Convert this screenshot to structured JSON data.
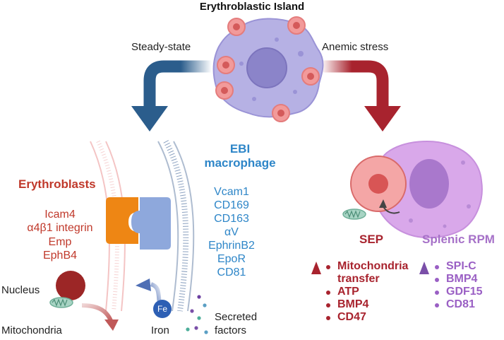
{
  "title": "Erythroblastic Island",
  "steady_state": "Steady-state",
  "anemic_stress": "Anemic stress",
  "erythroblasts": {
    "heading": "Erythroblasts",
    "markers": [
      "Icam4",
      "α4β1 integrin",
      "Emp",
      "EphB4"
    ]
  },
  "macrophage": {
    "heading_line1": "EBI",
    "heading_line2": "macrophage",
    "markers": [
      "Vcam1",
      "CD169",
      "CD163",
      "αV",
      "EphrinB2",
      "EpoR",
      "CD81"
    ]
  },
  "labels": {
    "nucleus": "Nucleus",
    "mitochondria": "Mitochondria",
    "fe": "Fe",
    "iron": "Iron",
    "secreted_line1": "Secreted",
    "secreted_line2": "factors"
  },
  "sep": {
    "label": "SEP",
    "items": [
      "Mitochondria transfer",
      "ATP",
      "BMP4",
      "CD47"
    ]
  },
  "splenic_rpm": {
    "label": "Splenic RPM",
    "items": [
      "SPI-C",
      "BMP4",
      "GDF15",
      "CD81"
    ]
  },
  "colors": {
    "steady_arrow": "#2b5d8c",
    "stress_arrow": "#a8232e",
    "erythroblast_text": "#c0392b",
    "macrophage_text": "#2e86c8",
    "sep_text": "#a8232e",
    "rpm_text": "#9a5fc4"
  }
}
